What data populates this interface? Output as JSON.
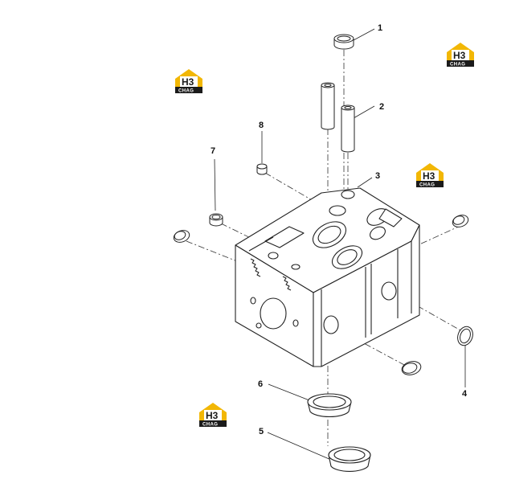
{
  "callouts": [
    {
      "id": "1",
      "label": "1"
    },
    {
      "id": "2",
      "label": "2"
    },
    {
      "id": "3",
      "label": "3"
    },
    {
      "id": "4",
      "label": "4"
    },
    {
      "id": "5",
      "label": "5"
    },
    {
      "id": "6",
      "label": "6"
    },
    {
      "id": "7",
      "label": "7"
    },
    {
      "id": "8",
      "label": "8"
    }
  ],
  "watermark": {
    "mark": "H3",
    "word": "CHAG",
    "colors": {
      "accent": "#f2b705",
      "dark": "#1b1b1b"
    }
  },
  "colors": {
    "line": "#222222",
    "background": "#ffffff"
  }
}
